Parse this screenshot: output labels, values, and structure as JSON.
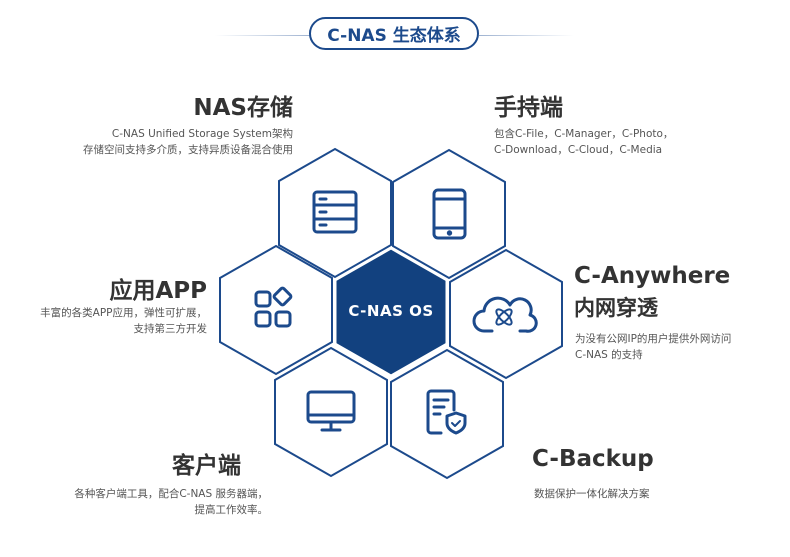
{
  "header": {
    "title": "C-NAS 生态体系"
  },
  "center": {
    "label": "C-NAS OS"
  },
  "colors": {
    "primary": "#1c4a8c",
    "text": "#333333",
    "desc": "#555555"
  },
  "sections": {
    "storage": {
      "title": "NAS存储",
      "lines": [
        "C-NAS Unified Storage System架构",
        "存储空间支持多介质，支持异质设备混合使用"
      ],
      "icon": "server-icon"
    },
    "mobile": {
      "title": "手持端",
      "lines": [
        "包含C-File，C-Manager，C-Photo，",
        "C-Download，C-Cloud，C-Media"
      ],
      "icon": "tablet-icon"
    },
    "apps": {
      "title": "应用APP",
      "lines": [
        "丰富的各类APP应用，弹性可扩展，",
        "支持第三方开发"
      ],
      "icon": "apps-grid-icon"
    },
    "anywhere": {
      "title": "C-Anywhere",
      "subtitle": "内网穿透",
      "lines": [
        "为没有公网IP的用户提供外网访问",
        "C-NAS 的支持"
      ],
      "icon": "cloud-icon"
    },
    "client": {
      "title": "客户端",
      "lines": [
        "各种客户端工具，配合C-NAS 服务器端，",
        "提高工作效率。"
      ],
      "icon": "monitor-icon"
    },
    "backup": {
      "title": "C-Backup",
      "lines": [
        "数据保护一体化解决方案"
      ],
      "icon": "shield-document-icon"
    }
  }
}
